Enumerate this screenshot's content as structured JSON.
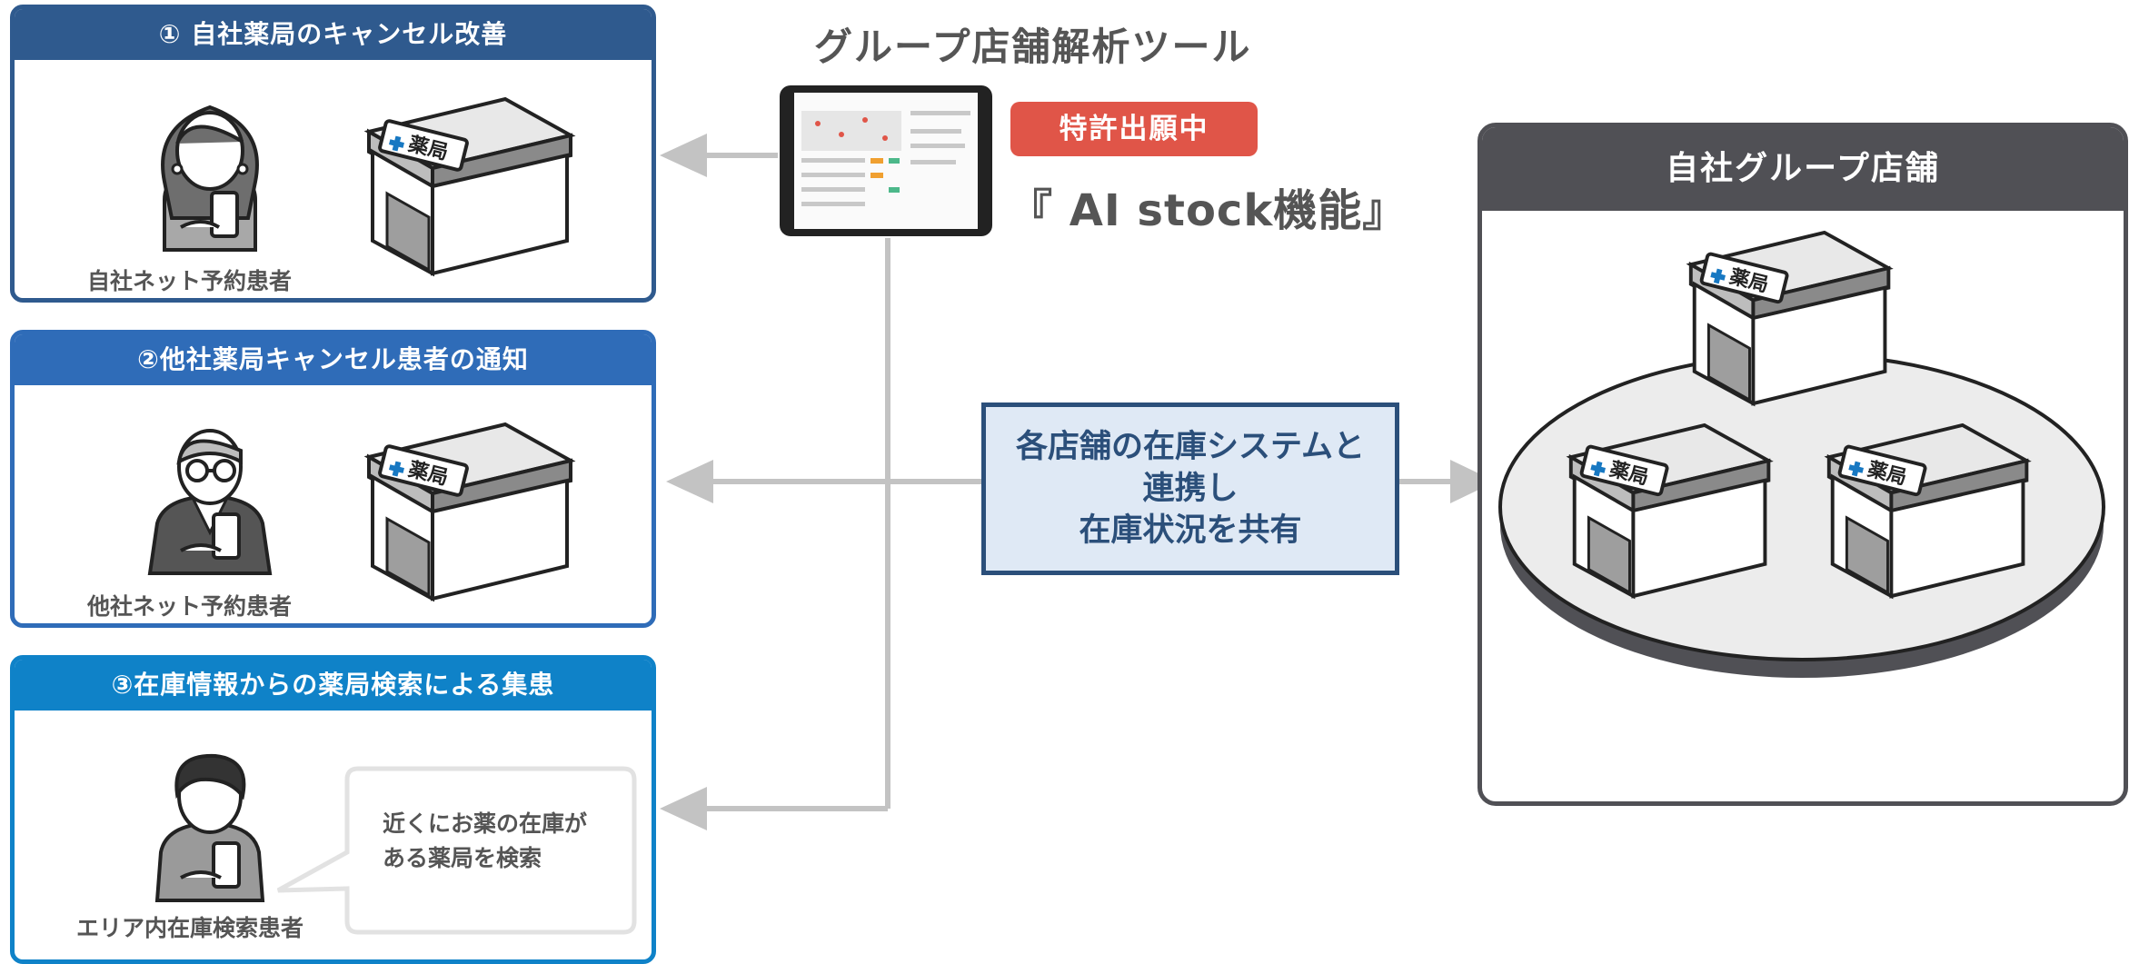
{
  "panels": [
    {
      "title": "① 自社薬局のキャンセル改善",
      "person_label": "自社ネット予約患者",
      "header_color": "#2f5a8e"
    },
    {
      "title": "②他社薬局キャンセル患者の通知",
      "person_label": "他社ネット予約患者",
      "header_color": "#2f6cb8"
    },
    {
      "title": "③在庫情報からの薬局検索による集患",
      "person_label": "エリア内在庫検索患者",
      "header_color": "#0f82c8"
    }
  ],
  "bubble": {
    "line1": "近くにお薬の在庫が",
    "line2": "ある薬局を検索"
  },
  "store_sign": "薬局",
  "tool": {
    "title": "グループ店舗解析ツール",
    "badge": "特許出願中",
    "feature": "『 AI stock機能』"
  },
  "center": {
    "line1": "各店舗の在庫システムと",
    "line2": "連携し",
    "line3": "在庫状況を共有"
  },
  "group": {
    "title": "自社グループ店舗"
  },
  "colors": {
    "panel1": "#2f5a8e",
    "panel2": "#2f6cb8",
    "panel3": "#0f82c8",
    "badge": "#e05548",
    "center_border": "#2b4f7a",
    "group": "#505055"
  }
}
